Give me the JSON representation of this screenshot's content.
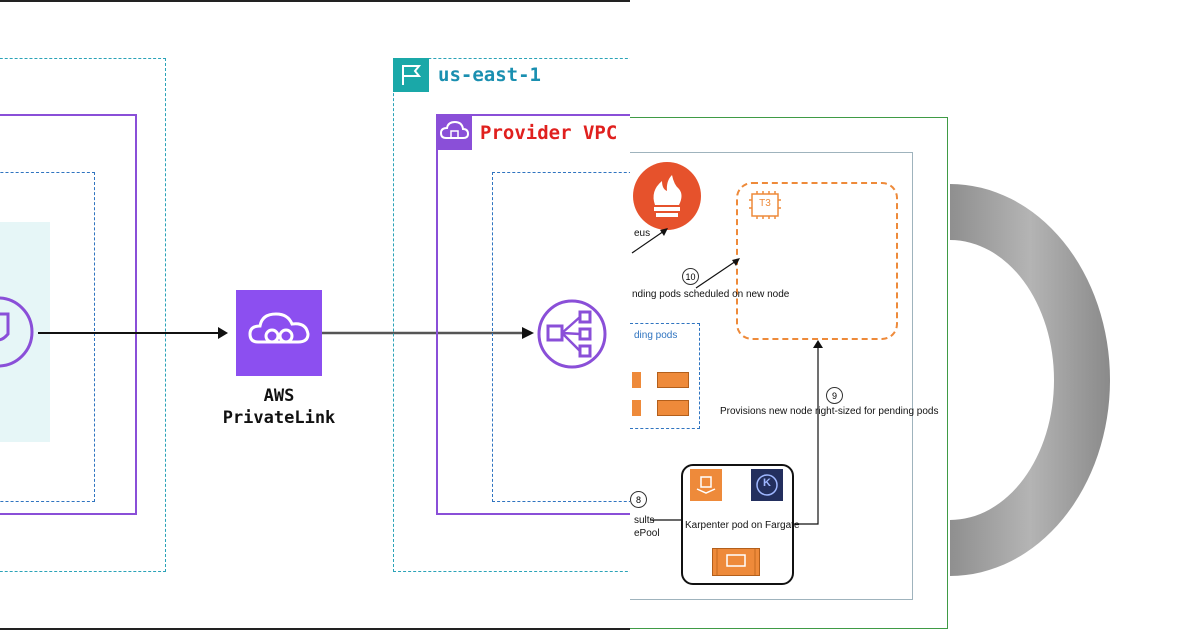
{
  "left": {
    "region_label": "us-east-1",
    "vpc_label": "Provider VPC",
    "privatelink_line1": "AWS",
    "privatelink_line2": "PrivateLink"
  },
  "right": {
    "prometheus_label": "eus",
    "t3_label": "T3",
    "step10": "10",
    "step10_text": "nding pods scheduled on new node",
    "pending_label": "ding pods",
    "step9": "9",
    "step9_text": "Provisions new node right-sized for pending pods",
    "step8": "8",
    "step8_text_line1": "sults",
    "step8_text_line2": "ePool",
    "karpenter_label": "Karpenter pod on Fargate",
    "karpenter_k": "K"
  },
  "colors": {
    "teal": "#2ba3b8",
    "blue": "#2f74c0",
    "purple": "#8a4fd8",
    "red_text": "#e0201e",
    "orange": "#ee8a3a",
    "green_border": "#3f9b45"
  }
}
